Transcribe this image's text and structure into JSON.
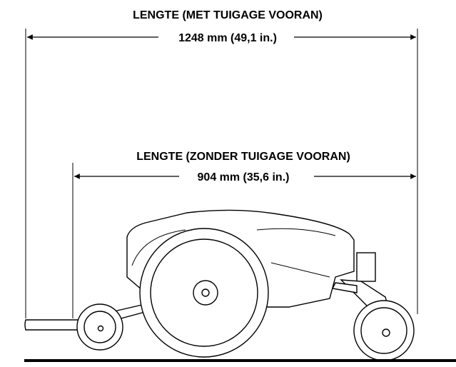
{
  "dimension_overall": {
    "title": "LENGTE (MET TUIGAGE VOORAN)",
    "value": "1248 mm (49,1 in.)"
  },
  "dimension_body": {
    "title": "LENGTE (ZONDER TUIGAGE VOORAN)",
    "value": "904 mm (35,6 in.)"
  },
  "colors": {
    "line": "#000000",
    "background": "#ffffff"
  }
}
